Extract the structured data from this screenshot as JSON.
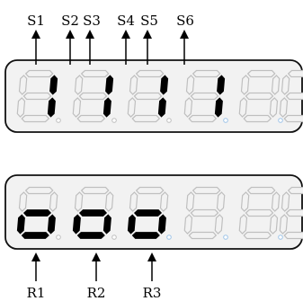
{
  "top_display": {
    "labels": [
      "S1",
      "S2",
      "S3",
      "S4",
      "S5",
      "S6"
    ],
    "digits": [
      {
        "lit": [
          "b",
          "c"
        ]
      },
      {
        "lit": [
          "b",
          "c"
        ]
      },
      {
        "lit": [
          "b",
          "c"
        ]
      },
      {
        "lit": [
          "b",
          "c"
        ]
      },
      {
        "lit": []
      },
      {
        "lit": []
      }
    ]
  },
  "bottom_display": {
    "labels": [
      "R1",
      "R2",
      "R3"
    ],
    "digits": [
      {
        "lit": [
          "c",
          "d",
          "e",
          "g"
        ]
      },
      {
        "lit": [
          "c",
          "d",
          "e",
          "g"
        ]
      },
      {
        "lit": [
          "c",
          "d",
          "e",
          "g"
        ]
      },
      {
        "lit": []
      },
      {
        "lit": []
      },
      {
        "lit": []
      }
    ]
  },
  "colors": {
    "segment_on": "#000000",
    "segment_off": "#bfbfbf",
    "dp_off": "#9ec4e8",
    "panel_fill": "#f2f2f2",
    "panel_stroke": "#111111"
  }
}
